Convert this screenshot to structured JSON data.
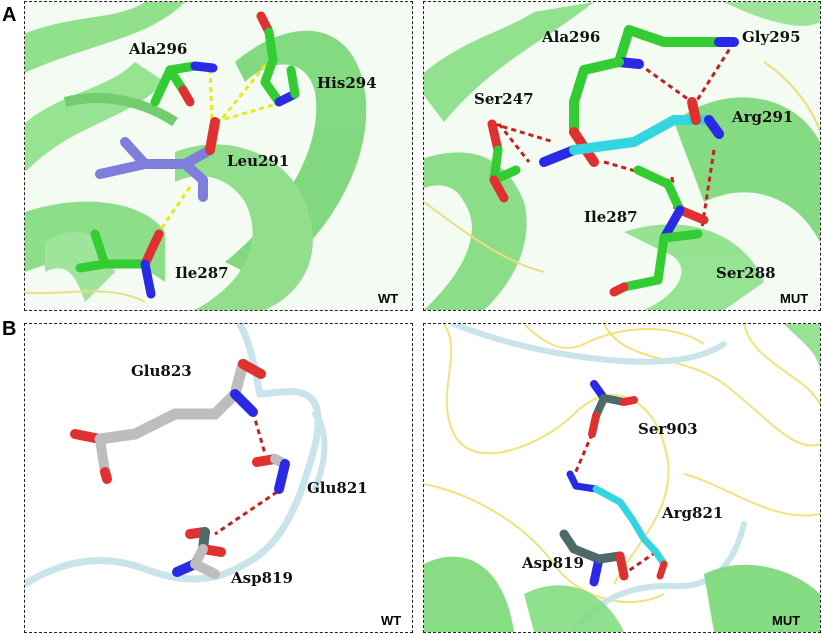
{
  "panels": [
    {
      "letter": "A",
      "boxes": [
        {
          "tag": "WT",
          "residues": [
            "Ala296",
            "His294",
            "Leu291",
            "Ile287"
          ]
        },
        {
          "tag": "MUT",
          "residues": [
            "Ala296",
            "Gly295",
            "Ser247",
            "Arg291",
            "Ile287",
            "Ser288"
          ]
        }
      ]
    },
    {
      "letter": "B",
      "boxes": [
        {
          "tag": "WT",
          "residues": [
            "Glu823",
            "Glu821",
            "Asp819"
          ]
        },
        {
          "tag": "MUT",
          "residues": [
            "Ser903",
            "Arg821",
            "Asp819"
          ]
        }
      ]
    }
  ],
  "colors": {
    "helix": "#72d66e",
    "carbon_green": "#33cc33",
    "carbon_slate": "#7d7fdb",
    "carbon_cyan": "#33d6e0",
    "carbon_grey": "#bdbdbd",
    "carbon_dark": "#4d6b66",
    "oxygen": "#e0302f",
    "nitrogen": "#2a2ae6",
    "hbond_wt": "#e8e81a",
    "hbond_mut": "#c8201e",
    "loop_yellow": "#f2e27a",
    "loop_light": "#c9e4ea"
  }
}
